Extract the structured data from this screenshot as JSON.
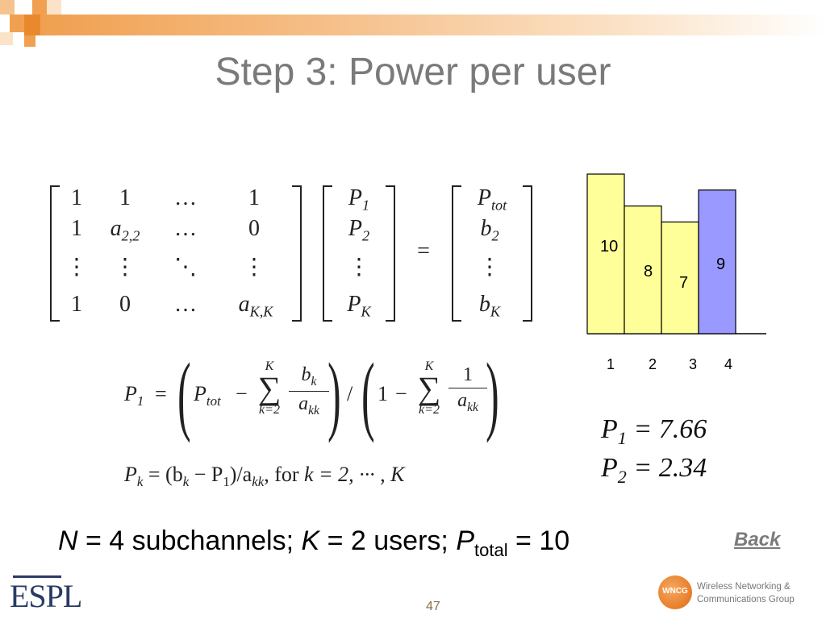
{
  "slide": {
    "title": "Step 3: Power per user",
    "page_number": "47",
    "back_link": "Back",
    "logo_left_text": "ESPL",
    "logo_right_line1": "Wireless Networking &",
    "logo_right_line2": "Communications Group",
    "logo_right_badge": "WNCG"
  },
  "matrix": {
    "rows": [
      [
        "1",
        "1",
        "…",
        "1"
      ],
      [
        "1",
        "a",
        "…",
        "0"
      ],
      [
        "⋮",
        "⋮",
        "⋱",
        "⋮"
      ],
      [
        "1",
        "0",
        "…",
        "a"
      ]
    ],
    "a22_sub": "2,2",
    "akk_sub": "K,K",
    "p_vector": [
      "P",
      "P",
      "⋮",
      "P"
    ],
    "p_subs": [
      "1",
      "2",
      "",
      "K"
    ],
    "rhs_vector": [
      "P",
      "b",
      "⋮",
      "b"
    ],
    "rhs_subs": [
      "tot",
      "2",
      "",
      "K"
    ],
    "equals": "="
  },
  "equations": {
    "p1_lhs": "P",
    "p1_lhs_sub": "1",
    "p1_eq": "=",
    "ptot": "P",
    "ptot_sub": "tot",
    "minus": "−",
    "sum": "∑",
    "sum_top": "K",
    "sum_bottom": "k=2",
    "frac1_num": "b",
    "frac1_num_sub": "k",
    "frac_den": "a",
    "frac_den_sub": "kk",
    "slash": "/",
    "one": "1",
    "frac2_num": "1",
    "pk_text_1": "P",
    "pk_sub": "k",
    "pk_text_2": " = (b",
    "pk_sub2": "k",
    "pk_text_3": " − P",
    "pk_sub3": "1",
    "pk_text_4": ")/a",
    "pk_sub4": "kk",
    "pk_text_5": ",  for ",
    "pk_text_6": "k = 2, ··· , K"
  },
  "results": {
    "p1_var": "P",
    "p1_sub": "1",
    "p1_val": " = 7.66",
    "p2_var": "P",
    "p2_sub": "2",
    "p2_val": " = 2.34"
  },
  "caption": {
    "n_var": "N",
    "n_text": " = 4 subchannels; ",
    "k_var": "K",
    "k_text": " = 2 users; ",
    "p_var": "P",
    "p_sub": "total",
    "p_text": " = 10"
  },
  "chart_data": {
    "type": "bar",
    "categories": [
      "1",
      "2",
      "3",
      "4"
    ],
    "values": [
      10,
      8,
      7,
      9
    ],
    "colors": [
      "#ffff99",
      "#ffff99",
      "#ffff99",
      "#9999ff"
    ],
    "ylim": [
      0,
      10
    ]
  }
}
